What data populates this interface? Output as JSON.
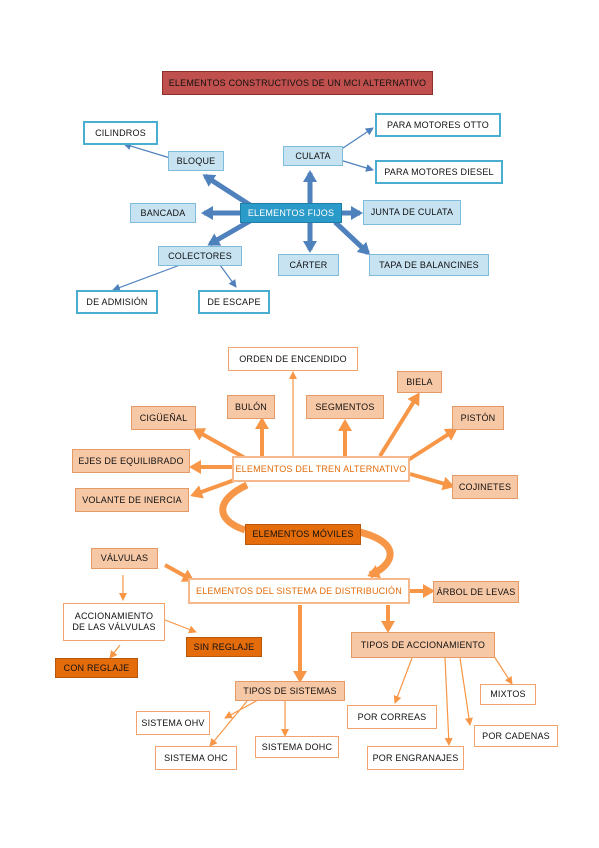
{
  "colors": {
    "blue_accent": "#4aaed0",
    "blue_arrow": "#4f81bd",
    "blue_center": "#2a9ac9",
    "red_title": "#c0504d",
    "orange_accent": "#f79646",
    "orange_dark": "#e46c0a"
  },
  "diagram1": {
    "title": "ELEMENTOS CONSTRUCTIVOS DE UN MCI ALTERNATIVO",
    "center": "ELEMENTOS FIJOS",
    "bloque": "BLOQUE",
    "cilindros": "CILINDROS",
    "bancada": "BANCADA",
    "colectores": "COLECTORES",
    "de_admision": "DE ADMISIÓN",
    "de_escape": "DE ESCAPE",
    "culata": "CULATA",
    "para_otto": "PARA MOTORES OTTO",
    "para_diesel": "PARA MOTORES DIESEL",
    "junta_culata": "JUNTA DE CULATA",
    "carter": "CÁRTER",
    "tapa_balancines": "TAPA DE BALANCINES"
  },
  "diagram2": {
    "tren_center": "ELEMENTOS DEL TREN ALTERNATIVO",
    "orden_encendido": "ORDEN DE ENCENDIDO",
    "biela": "BIELA",
    "bulon": "BULÓN",
    "segmentos": "SEGMENTOS",
    "ciguenal": "CIGÜEÑAL",
    "piston": "PISTÓN",
    "ejes_equilibrado": "EJES DE EQUILIBRADO",
    "cojinetes": "COJINETES",
    "volante_inercia": "VOLANTE DE INERCIA",
    "moviles": "ELEMENTOS MÓVILES",
    "valvulas": "VÁLVULAS",
    "distribucion_center": "ELEMENTOS DEL SISTEMA DE DISTRIBUCIÓN",
    "arbol_levas": "ÁRBOL DE LEVAS",
    "accionamiento_valvulas": "ACCIONAMIENTO DE LAS VÁLVULAS",
    "sin_reglaje": "SIN REGLAJE",
    "con_reglaje": "CON REGLAJE",
    "tipos_accionamiento": "TIPOS DE ACCIONAMIENTO",
    "mixtos": "MIXTOS",
    "tipos_sistemas": "TIPOS DE SISTEMAS",
    "por_correas": "POR CORREAS",
    "sistema_ohv": "SISTEMA OHV",
    "por_cadenas": "POR CADENAS",
    "sistema_dohc": "SISTEMA DOHC",
    "sistema_ohc": "SISTEMA OHC",
    "por_engranajes": "POR ENGRANAJES"
  }
}
